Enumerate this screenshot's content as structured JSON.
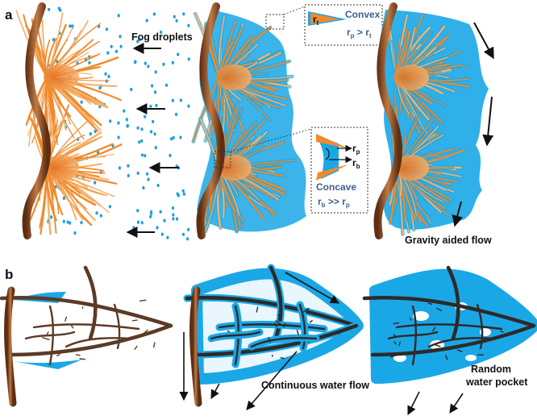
{
  "panels": {
    "a": {
      "label": "a",
      "fog_label": "Fog droplets",
      "convex": {
        "title": "Convex",
        "r_t": "r",
        "r_t_sub": "t",
        "eq_r": "r",
        "eq_p": "p",
        "eq_op": " > r",
        "eq_t": "t"
      },
      "concave": {
        "title": "Concave",
        "rp": "r",
        "rp_sub": "p",
        "rb": "r",
        "rb_sub": "b",
        "eq_r": "r",
        "eq_b": "b",
        "eq_op": " >> r",
        "eq_p": "p"
      },
      "gravity_label": "Gravity aided flow"
    },
    "b": {
      "label": "b",
      "flow_label": "Continuous water flow",
      "pocket_label_1": "Random",
      "pocket_label_2": "water pocket"
    }
  },
  "colors": {
    "water": "#1aa7e6",
    "droplet": "#1aa0dc",
    "stem": "#8a4a22",
    "fiber": "#f08a2c",
    "vein_dark": "#2e2a28",
    "vein_brown": "#5b3a26"
  }
}
